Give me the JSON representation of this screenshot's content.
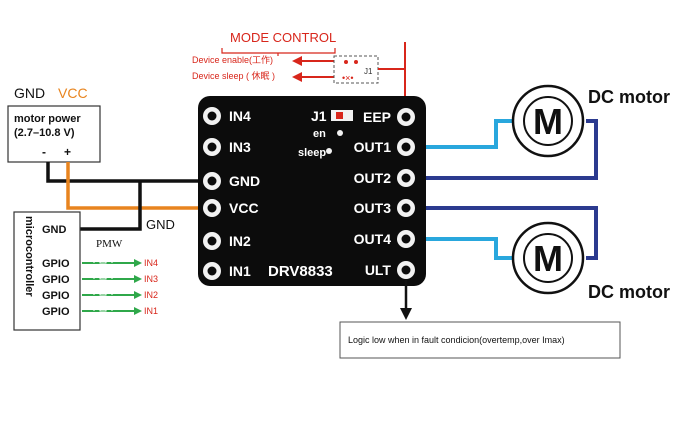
{
  "mode_control": {
    "title": "MODE CONTROL",
    "enable_label": "Device enable(工作)",
    "sleep_label": "Device sleep ( 休眠 )",
    "jumper_label": "J1"
  },
  "power": {
    "gnd_label": "GND",
    "vcc_label": "VCC",
    "box_title": "motor power",
    "box_range": "(2.7–10.8 V)",
    "minus": "-",
    "plus": "+"
  },
  "microcontroller": {
    "title": "microcontroller",
    "gnd": "GND",
    "gpio_labels": [
      "GPIO",
      "GPIO",
      "GPIO",
      "GPIO"
    ],
    "pwm_label": "PMW",
    "signal_labels": [
      "IN4",
      "IN3",
      "IN2",
      "IN1"
    ],
    "gnd_wire_label": "GND"
  },
  "board": {
    "name": "DRV8833",
    "j1": "J1",
    "en": "en",
    "sleep": "sleep",
    "left_pins": [
      "IN4",
      "IN3",
      "GND",
      "VCC",
      "IN2",
      "IN1"
    ],
    "right_pins": [
      "EEP",
      "OUT1",
      "OUT2",
      "OUT3",
      "OUT4",
      "ULT"
    ]
  },
  "motors": {
    "symbol": "M",
    "label": "DC motor"
  },
  "fault_note": "Logic low when in fault condicion(overtemp,over Imax)",
  "colors": {
    "red": "#d8261b",
    "orange": "#e8841e",
    "green": "#2fa84a",
    "cyan": "#29a7dd",
    "navy": "#2b3a8f",
    "black": "#111111"
  }
}
